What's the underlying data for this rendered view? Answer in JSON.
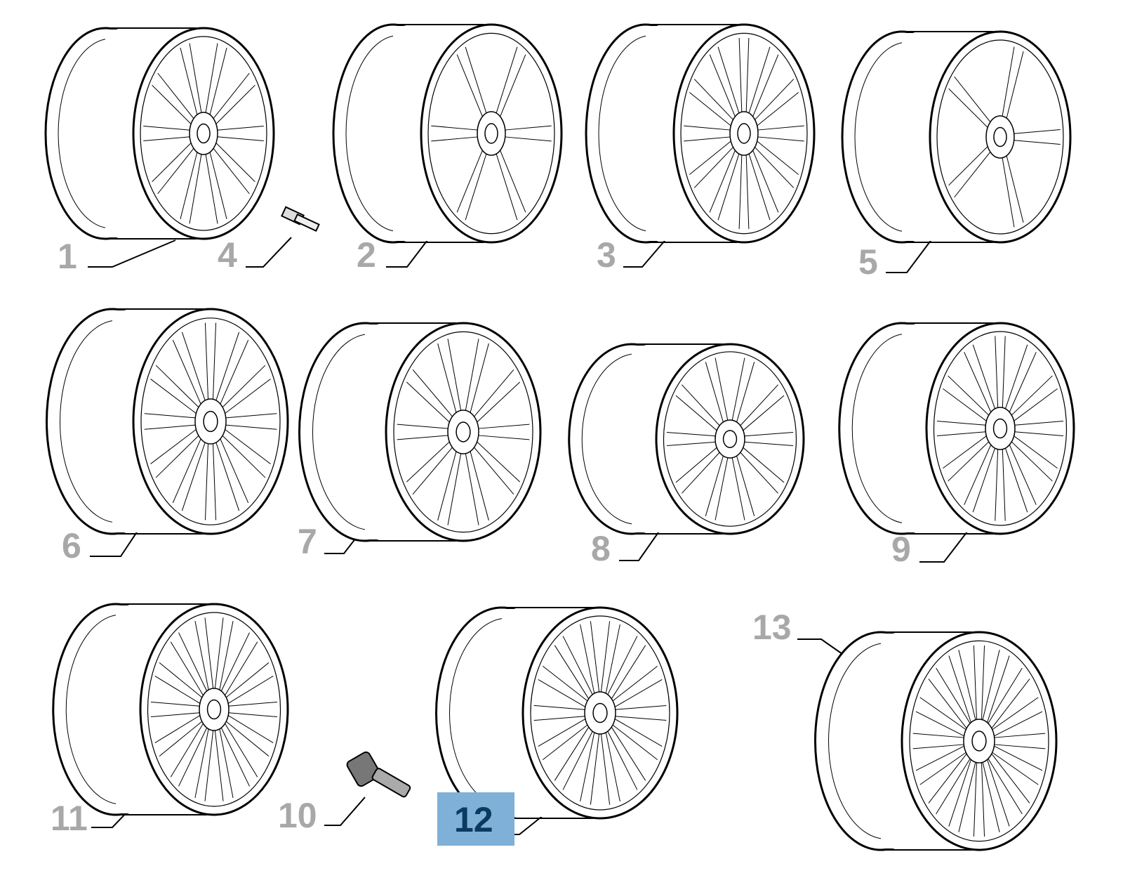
{
  "diagram": {
    "selected_part": "12",
    "highlight_color": "#7fb0d8",
    "label_color": "#a8a8a8",
    "parts": [
      {
        "label": "1",
        "type": "wheel",
        "spokes": 10
      },
      {
        "label": "2",
        "type": "wheel",
        "spokes": 6
      },
      {
        "label": "3",
        "type": "wheel",
        "spokes": 12
      },
      {
        "label": "4",
        "type": "bolt"
      },
      {
        "label": "5",
        "type": "wheel",
        "spokes": 5
      },
      {
        "label": "6",
        "type": "wheel",
        "spokes": 12
      },
      {
        "label": "7",
        "type": "wheel",
        "spokes": 10
      },
      {
        "label": "8",
        "type": "wheel",
        "spokes": 10
      },
      {
        "label": "9",
        "type": "wheel",
        "spokes": 12
      },
      {
        "label": "10",
        "type": "valve"
      },
      {
        "label": "11",
        "type": "wheel",
        "spokes": 14
      },
      {
        "label": "12",
        "type": "wheel",
        "spokes": 14
      },
      {
        "label": "13",
        "type": "wheel",
        "spokes": 16
      }
    ]
  }
}
